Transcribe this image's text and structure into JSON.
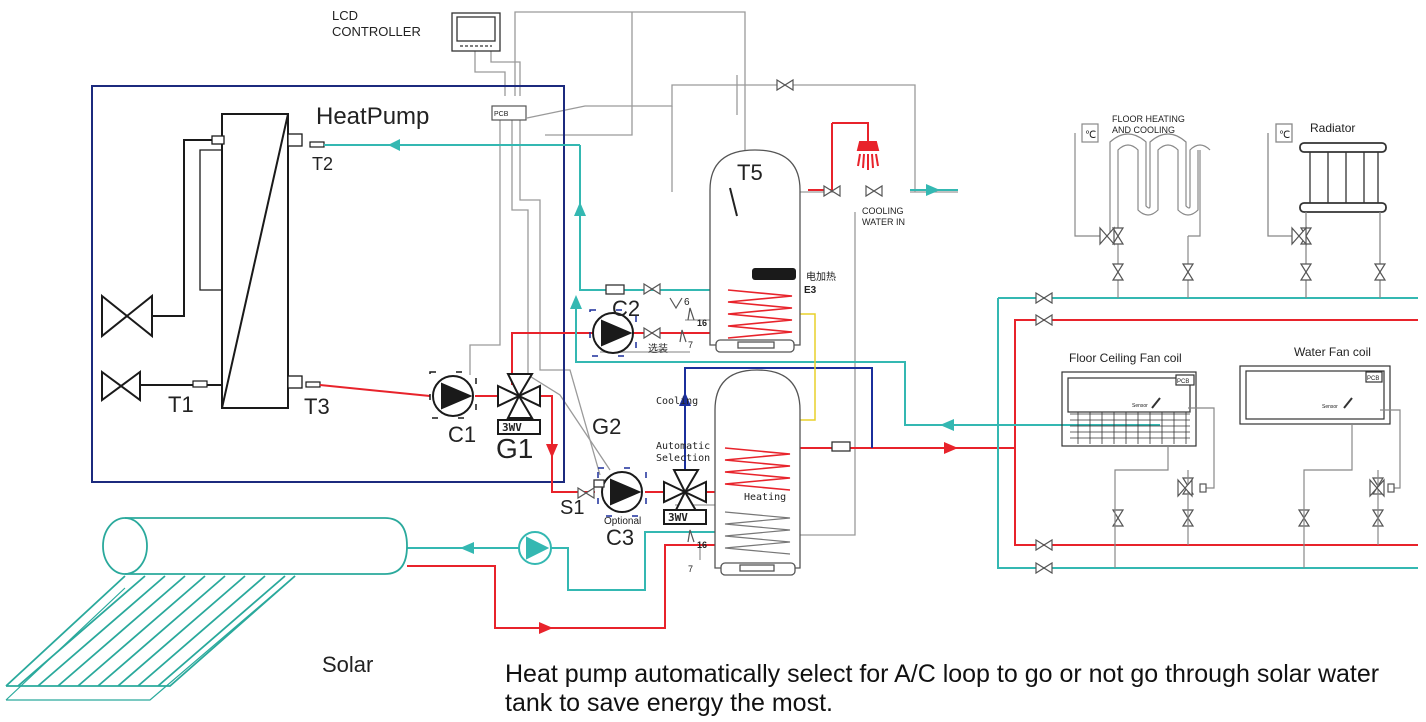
{
  "colors": {
    "hot": "#e8232b",
    "return": "#34b8b2",
    "frame": "#1c2a7e",
    "cooling": "#1b2f9c",
    "pipe_gray": "#9a9a9a",
    "control_yellow": "#e8d12a",
    "solar_teal": "#2aa99c",
    "dark": "#1a1a1a"
  },
  "labels": {
    "lcd_line1": "LCD",
    "lcd_line2": "CONTROLLER",
    "heatpump": "HeatPump",
    "t1": "T1",
    "t2": "T2",
    "t3": "T3",
    "t5": "T5",
    "c1": "C1",
    "c2": "C2",
    "c3": "C3",
    "g1": "G1",
    "g2": "G2",
    "s1": "S1",
    "bwv1": "3WV",
    "bwv2": "3WV",
    "pcb": "PCB",
    "pcb2": "PCB",
    "pcb3": "PCB",
    "e3": "E3",
    "electric_heater_cn": "电加热",
    "optional_cn": "选装",
    "optional": "Optional",
    "cooling": "Cooling",
    "heating": "Heating",
    "automatic": "Automatic",
    "selection": "Selection",
    "num16_a": "16",
    "num16_b": "16",
    "num6": "6",
    "num7_a": "7",
    "num7_b": "7",
    "cooling_water_in1": "COOLING",
    "cooling_water_in2": "WATER IN",
    "floor_heating1": "FLOOR HEATING",
    "floor_heating2": "AND COOLING",
    "radiator": "Radiator",
    "floor_ceiling_fan_coil": "Floor Ceiling Fan coil",
    "water_fan_coil": "Water Fan coil",
    "sensor1": "Sensor",
    "sensor2": "Sensor",
    "thermo": "℃",
    "solar": "Solar",
    "caption": "Heat pump automatically select for A/C loop to go or not go through solar water tank to save energy the most."
  },
  "icons": [
    "shower-icon",
    "pump-icon",
    "three-way-valve-icon",
    "gate-valve-icon",
    "thermostat-icon",
    "arrow-icon"
  ]
}
